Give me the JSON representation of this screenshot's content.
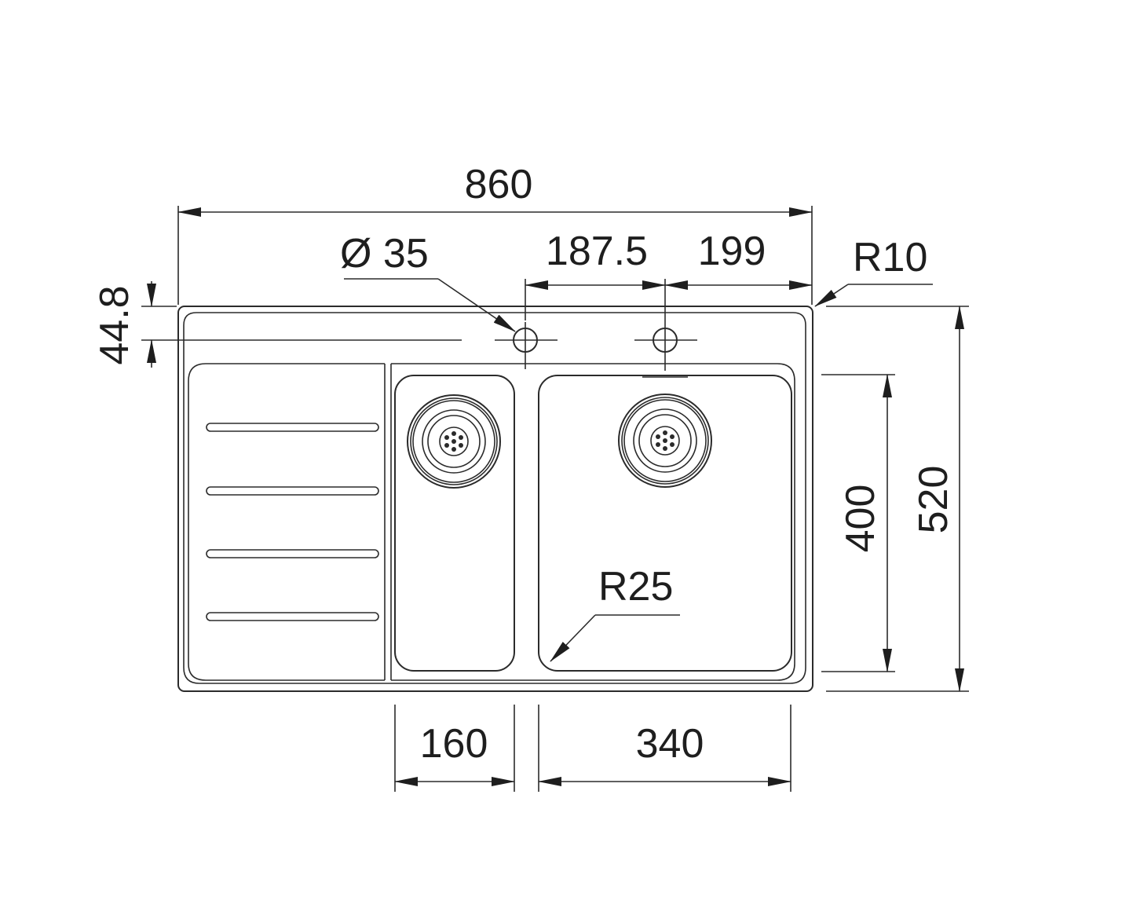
{
  "dimensions": {
    "overall_width": "860",
    "hole_diameter": "Ø 35",
    "tap_spacing": "187.5",
    "tap_to_edge": "199",
    "corner_radius": "R10",
    "rim_offset": "44.8",
    "bowl_depth": "400",
    "overall_depth": "520",
    "inner_radius": "R25",
    "small_bowl_width": "160",
    "large_bowl_width": "340"
  }
}
